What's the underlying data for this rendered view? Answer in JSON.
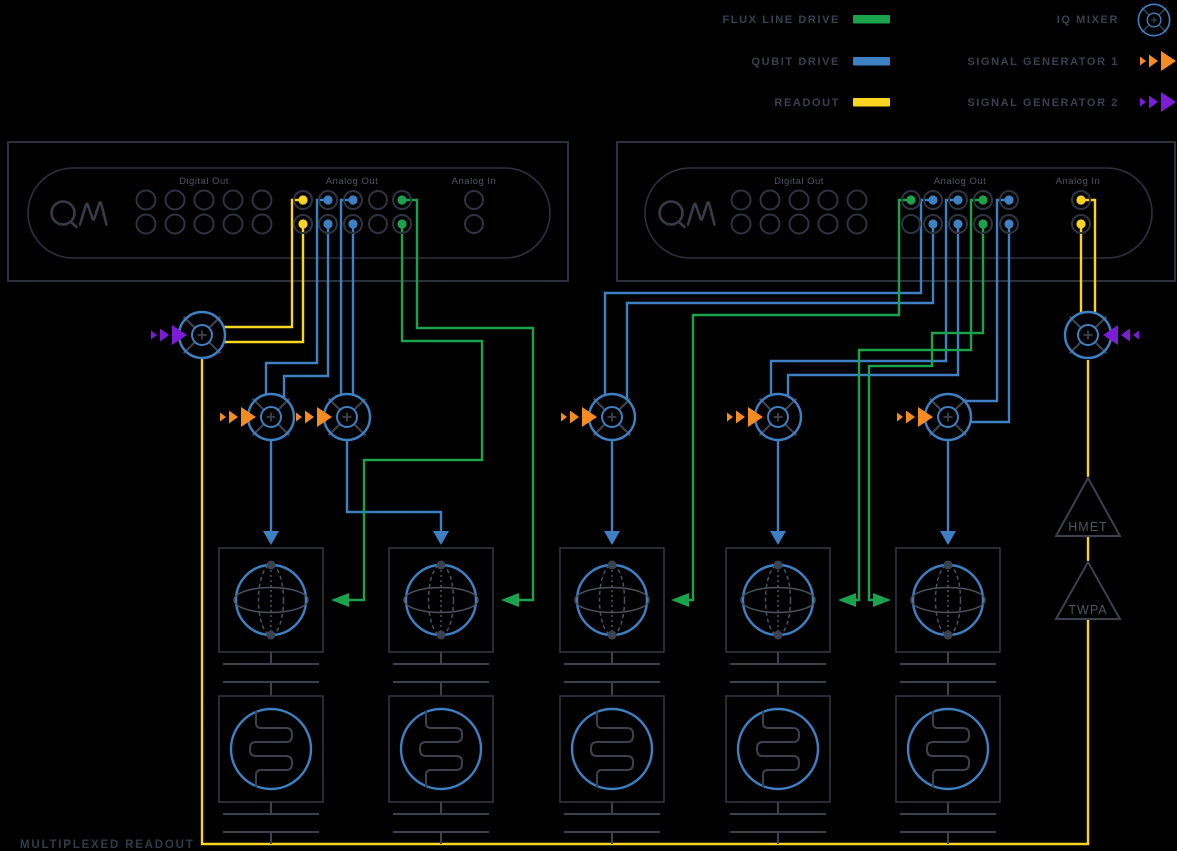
{
  "legend": {
    "items": [
      {
        "label": "FLUX LINE DRIVE",
        "swatch": "flux",
        "color_key": "flux_green"
      },
      {
        "label": "QUBIT DRIVE",
        "swatch": "qubit",
        "color_key": "qubit_blue"
      },
      {
        "label": "READOUT",
        "swatch": "readout",
        "color_key": "readout_yellow"
      },
      {
        "label": "IQ MIXER",
        "icon": "iq-mixer-icon"
      },
      {
        "label": "SIGNAL GENERATOR 1",
        "icon": "triple-arrow-icon",
        "color_key": "sg1_orange"
      },
      {
        "label": "SIGNAL GENERATOR 2",
        "icon": "triple-arrow-icon",
        "color_key": "sg2_purple"
      }
    ]
  },
  "devices": {
    "left": {
      "logo": "QM",
      "labels": {
        "digital_out": "Digital Out",
        "analog_out": "Analog Out",
        "analog_in": "Analog In"
      },
      "analog_out_ports": [
        [
          "readout",
          "qubit",
          "qubit",
          null,
          "flux"
        ],
        [
          "readout",
          "qubit",
          "qubit",
          null,
          "flux"
        ]
      ],
      "analog_in_ports": [
        null,
        null
      ]
    },
    "right": {
      "logo": "QM",
      "labels": {
        "digital_out": "Digital Out",
        "analog_out": "Analog Out",
        "analog_in": "Analog In"
      },
      "analog_out_ports": [
        [
          "flux",
          "qubit",
          "qubit",
          "flux",
          "qubit"
        ],
        [
          null,
          "qubit",
          "qubit",
          "flux",
          "qubit"
        ]
      ],
      "analog_in_ports": [
        "readout",
        "readout"
      ]
    }
  },
  "amplifiers": [
    {
      "label": "HMET"
    },
    {
      "label": "TWPA"
    }
  ],
  "multiplexed_readout_label": "MULTIPLEXED READOUT",
  "qubit_count": 5,
  "colors": {
    "background": "#000000",
    "flux_green": "#1aa24c",
    "qubit_blue": "#3d80c4",
    "readout_yellow": "#f9d420",
    "sg1_orange": "#f68b21",
    "sg2_purple": "#7d1cd8",
    "frame_gray": "#2b313c",
    "ring_gray": "#2d3440",
    "detail_gray": "#3b424f",
    "bloch_gray": "#4a5260",
    "label_gray": "#4c5665",
    "legend_text": "#39414f",
    "amp_text": "#4d5663",
    "mux_text": "#333b49",
    "logo_gray": "#353b47"
  }
}
